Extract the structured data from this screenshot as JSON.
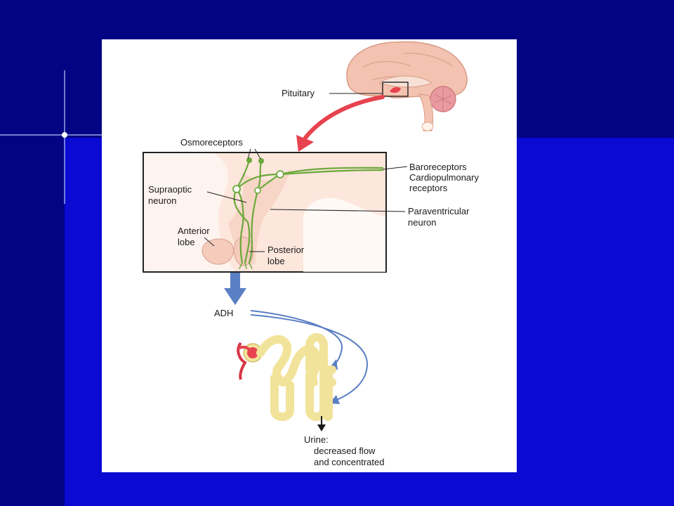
{
  "colors": {
    "slide_background": "#0a0ad2",
    "slide_dark_band": "#020484",
    "figure_background": "#ffffff",
    "tissue_pink": "#fadcd0",
    "nerve_green": "#6aa83a",
    "arrow_red": "#e8424f",
    "arrow_blue": "#5b7fc4",
    "tubule_yellow": "#f2e39a"
  },
  "labels": {
    "pituitary": "Pituitary",
    "osmoreceptors": "Osmoreceptors",
    "baroreceptors_line1": "Baroreceptors",
    "baroreceptors_line2": "Cardiopulmonary",
    "baroreceptors_line3": "receptors",
    "supraoptic_line1": "Supraoptic",
    "supraoptic_line2": "neuron",
    "paraventricular_line1": "Paraventricular",
    "paraventricular_line2": "neuron",
    "anterior_line1": "Anterior",
    "anterior_line2": "lobe",
    "posterior_line1": "Posterior",
    "posterior_line2": "lobe",
    "adh": "ADH",
    "urine_line1": "Urine:",
    "urine_line2": "decreased flow",
    "urine_line3": "and concentrated"
  }
}
